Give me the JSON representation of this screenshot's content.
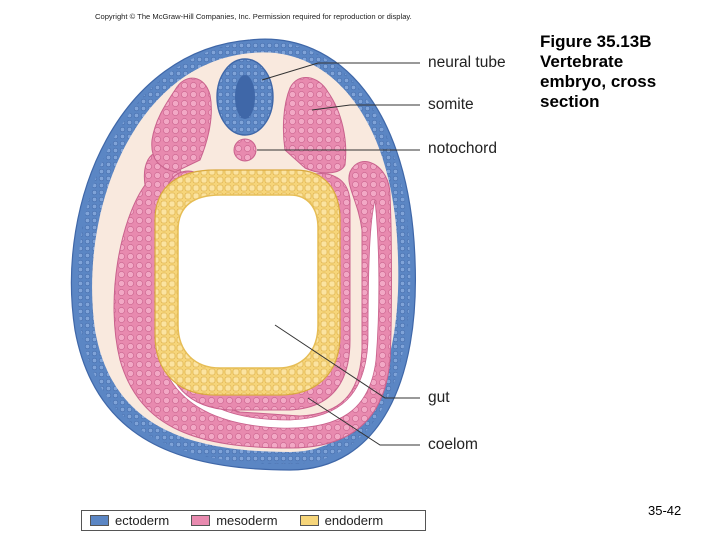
{
  "copyright": "Copyright © The McGraw-Hill Companies, Inc. Permission required for reproduction or display.",
  "figure_title": "Figure 35.13B\nVertebrate\nembryo, cross\nsection",
  "slide_number": "35-42",
  "labels": {
    "neural_tube": "neural tube",
    "somite": "somite",
    "notochord": "notochord",
    "gut": "gut",
    "coelom": "coelom"
  },
  "legend": [
    {
      "label": "ectoderm",
      "color": "#5b86c4"
    },
    {
      "label": "mesoderm",
      "color": "#e88aaf"
    },
    {
      "label": "endoderm",
      "color": "#f6d57a"
    }
  ],
  "colors": {
    "ectoderm": "#5b86c4",
    "ectoderm_dark": "#3f67a8",
    "mesoderm": "#e88aaf",
    "mesoderm_light": "#f2b3cb",
    "endoderm": "#f6d57a",
    "endoderm_light": "#fbe6a8",
    "space": "#f9e9de",
    "coelom_space": "#ffffff"
  }
}
